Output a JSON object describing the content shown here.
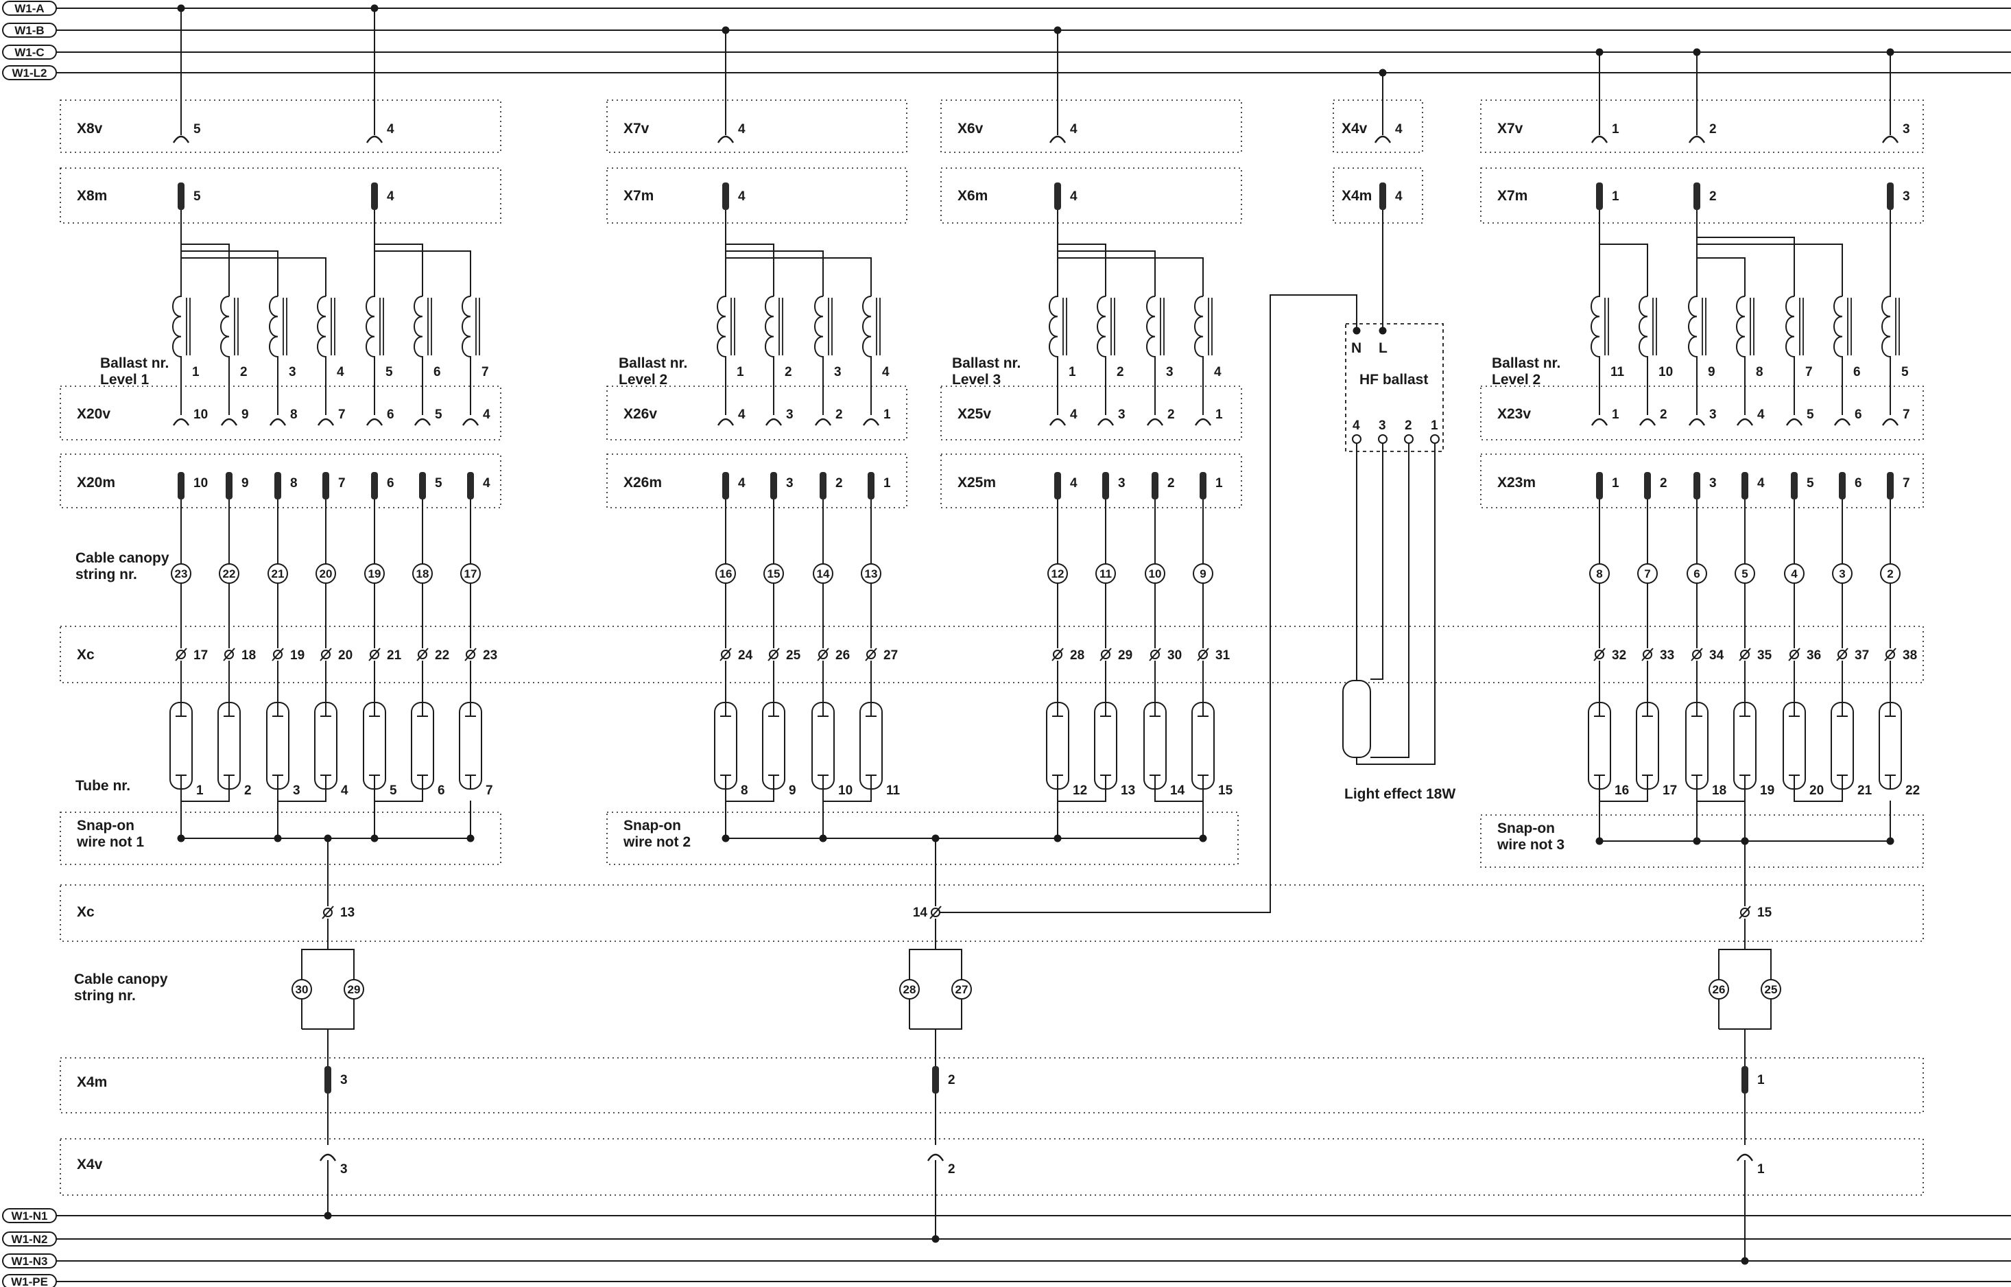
{
  "buses_top": [
    {
      "id": "W1-A",
      "label": "W1-A"
    },
    {
      "id": "W1-B",
      "label": "W1-B"
    },
    {
      "id": "W1-C",
      "label": "W1-C"
    },
    {
      "id": "W1-L2",
      "label": "W1-L2"
    }
  ],
  "buses_bottom": [
    {
      "id": "W1-N1",
      "label": "W1-N1"
    },
    {
      "id": "W1-N2",
      "label": "W1-N2"
    },
    {
      "id": "W1-N3",
      "label": "W1-N3"
    },
    {
      "id": "W1-PE",
      "label": "W1-PE"
    }
  ],
  "labels": {
    "ballast_g1": "Ballast nr.",
    "level_g1": "Level 1",
    "ballast_g2": "Ballast nr.",
    "level_g2": "Level 2",
    "ballast_g3": "Ballast nr.",
    "level_g3": "Level 3",
    "ballast_g4": "Ballast nr.",
    "level_g4": "Level 2",
    "cable_canopy": "Cable canopy",
    "string_nr": "string nr.",
    "cable_canopy_2": "Cable canopy",
    "string_nr_2": "string nr.",
    "tube_nr": "Tube nr.",
    "snap_on": "Snap-on",
    "wire_not_1": "wire not 1",
    "snap_on_2": "Snap-on",
    "wire_not_2": "wire not 2",
    "snap_on_3": "Snap-on",
    "wire_not_3": "wire not 3",
    "hf_ballast": "HF ballast",
    "hf_n": "N",
    "hf_l": "L",
    "light_effect": "Light effect 18W",
    "xc_top": "Xc",
    "xc_bottom": "Xc",
    "x4m_bottom": "X4m",
    "x4v_bottom": "X4v"
  },
  "groups": [
    {
      "id": "g1",
      "feeds": [
        {
          "bus": "W1-A",
          "num": "5"
        },
        {
          "bus": "W1-A",
          "num": "4"
        }
      ],
      "xv": "X8v",
      "xm": "X8m",
      "ballast_nums": [
        "1",
        "2",
        "3",
        "4",
        "5",
        "6",
        "7"
      ],
      "x20v": "X20v",
      "v_nums": [
        "10",
        "9",
        "8",
        "7",
        "6",
        "5",
        "4"
      ],
      "x20m": "X20m",
      "m_nums": [
        "10",
        "9",
        "8",
        "7",
        "6",
        "5",
        "4"
      ],
      "strings": [
        "23",
        "22",
        "21",
        "20",
        "19",
        "18",
        "17"
      ],
      "xc_nums": [
        "17",
        "18",
        "19",
        "20",
        "21",
        "22",
        "23"
      ],
      "tubes": [
        "1",
        "2",
        "3",
        "4",
        "5",
        "6",
        "7"
      ],
      "bottom": {
        "xc": "13",
        "canopy": [
          "30",
          "29"
        ],
        "x4m": "3",
        "x4v": "3",
        "neutral": "W1-N1"
      }
    },
    {
      "id": "g2",
      "feeds": [
        {
          "bus": "W1-B",
          "num": "4"
        }
      ],
      "xv": "X7v",
      "xm": "X7m",
      "ballast_nums": [
        "1",
        "2",
        "3",
        "4"
      ],
      "x20v": "X26v",
      "v_nums": [
        "4",
        "3",
        "2",
        "1"
      ],
      "x20m": "X26m",
      "m_nums": [
        "4",
        "3",
        "2",
        "1"
      ],
      "strings": [
        "16",
        "15",
        "14",
        "13"
      ],
      "xc_nums": [
        "24",
        "25",
        "26",
        "27"
      ],
      "tubes": [
        "8",
        "9",
        "10",
        "11"
      ],
      "bottom": {
        "xc": "14",
        "canopy": [
          "28",
          "27"
        ],
        "x4m": "2",
        "x4v": "2",
        "neutral": "W1-N2"
      }
    },
    {
      "id": "g3",
      "feeds": [
        {
          "bus": "W1-B",
          "num": "4"
        }
      ],
      "xv": "X6v",
      "xm": "X6m",
      "ballast_nums": [
        "1",
        "2",
        "3",
        "4"
      ],
      "x20v": "X25v",
      "v_nums": [
        "4",
        "3",
        "2",
        "1"
      ],
      "x20m": "X25m",
      "m_nums": [
        "4",
        "3",
        "2",
        "1"
      ],
      "strings": [
        "12",
        "11",
        "10",
        "9"
      ],
      "xc_nums": [
        "28",
        "29",
        "30",
        "31"
      ],
      "tubes": [
        "12",
        "13",
        "14",
        "15"
      ]
    },
    {
      "id": "g4",
      "feeds": [
        {
          "bus": "W1-C",
          "num": "1"
        },
        {
          "bus": "W1-C",
          "num": "2"
        },
        {
          "bus": "W1-C",
          "num": "3"
        }
      ],
      "xv": "X7v",
      "xm": "X7m",
      "ballast_nums": [
        "11",
        "10",
        "9",
        "8",
        "7",
        "6",
        "5"
      ],
      "x20v": "X23v",
      "v_nums": [
        "1",
        "2",
        "3",
        "4",
        "5",
        "6",
        "7"
      ],
      "x20m": "X23m",
      "m_nums": [
        "1",
        "2",
        "3",
        "4",
        "5",
        "6",
        "7"
      ],
      "strings": [
        "8",
        "7",
        "6",
        "5",
        "4",
        "3",
        "2"
      ],
      "xc_nums": [
        "32",
        "33",
        "34",
        "35",
        "36",
        "37",
        "38"
      ],
      "tubes": [
        "16",
        "17",
        "18",
        "19",
        "20",
        "21",
        "22"
      ],
      "bottom": {
        "xc": "15",
        "canopy": [
          "26",
          "25"
        ],
        "x4m": "1",
        "x4v": "1",
        "neutral": "W1-N3"
      }
    }
  ],
  "hf": {
    "xv": "X4v",
    "xm": "X4m",
    "xv_num": "4",
    "xm_num": "4",
    "terminals": [
      "4",
      "3",
      "2",
      "1"
    ]
  }
}
